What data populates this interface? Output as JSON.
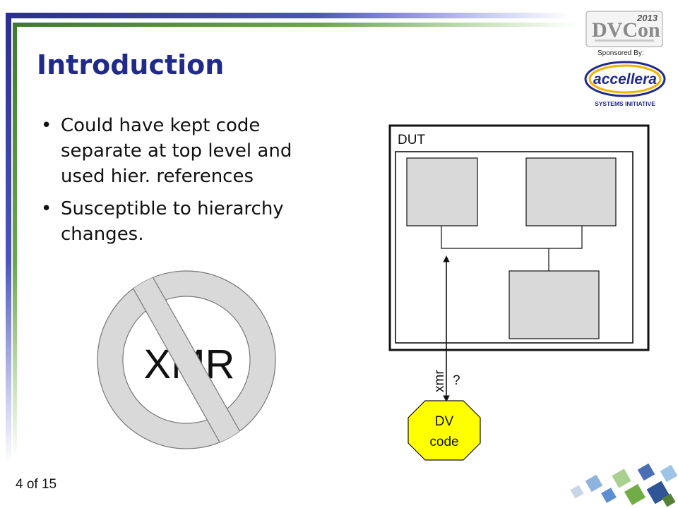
{
  "slide": {
    "title": "Introduction",
    "bullets": [
      "Could have kept code separate at top level and used hier. references",
      "Susceptible to hierarchy changes."
    ],
    "page_number": "4 of 15"
  },
  "logos": {
    "dvcon_text": "DVCon",
    "dvcon_year": "2013",
    "sponsored_label": "Sponsored By:",
    "accellera_text": "accellera",
    "accellera_sub": "SYSTEMS INITIATIVE"
  },
  "diagram": {
    "dut_label": "DUT",
    "arrow_label": "xmr",
    "question_label": "?",
    "dv_code_line1": "DV",
    "dv_code_line2": "code",
    "dv_fill_color": "#ffff00",
    "block_fill_color": "#d9d9d9"
  },
  "no_xmr": {
    "label": "XMR",
    "ring_color": "#d9d9d9"
  }
}
